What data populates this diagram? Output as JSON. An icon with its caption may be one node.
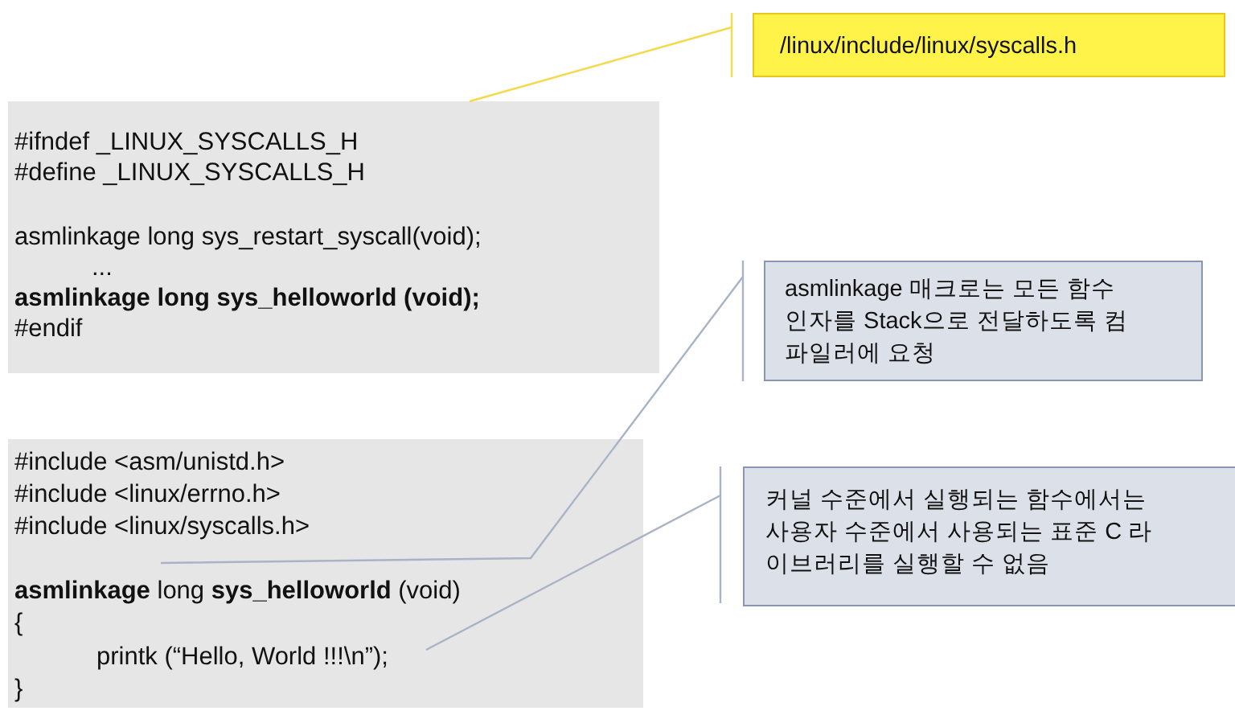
{
  "diagram": {
    "nodes": [
      {
        "text": [
          "/linux/include/linux/syscalls.h"
        ]
      },
      {
        "text": [
          "#ifndef _LINUX_SYSCALLS_H",
          "#define _LINUX_SYSCALLS_H",
          "asmlinkage long sys_restart_syscall(void);",
          "...",
          "asmlinkage  long  sys_helloworld (void);",
          "#endif"
        ]
      },
      {
        "text": [
          "asmlinkage 매크로는 모든 함수 인자를 Stack으로 전달하도록 컴파일러에 요청"
        ]
      },
      {
        "text": [
          "#include  <asm/unistd.h>",
          "#include  <linux/errno.h>",
          "#include  <linux/syscalls.h>",
          "**asmlinkage**  long  **sys_helloworld** (void)",
          "{",
          "printk (“Hello, World !!!\\n”);",
          "}"
        ]
      },
      {
        "text": [
          "커널 수준에서 실행되는 함수에서는 사용자 수준에서 사용되는 표준 C 라이브러리를 실행할 수 없음"
        ]
      }
    ],
    "edges": [
      {
        "from": 0,
        "to": 1,
        "arrow": "none",
        "color": "#f5d94a"
      },
      {
        "from": 2,
        "to": 3,
        "arrow": "none"
      },
      {
        "from": 4,
        "to": 3,
        "arrow": "none"
      }
    ]
  }
}
